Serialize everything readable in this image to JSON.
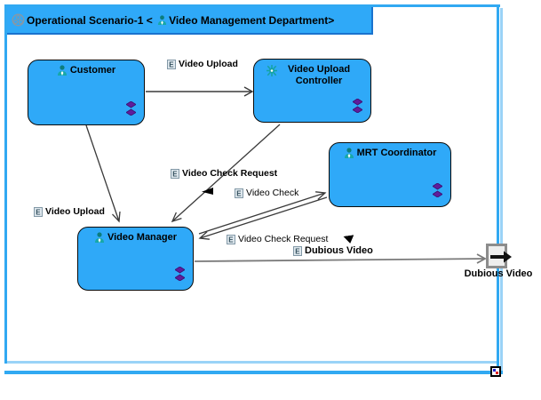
{
  "title": {
    "prefix": "Operational Scenario-1 < ",
    "entity": "Video Management Department>"
  },
  "nodes": {
    "customer": {
      "label": "Customer"
    },
    "video_upload_controller": {
      "label": "Video Upload Controller"
    },
    "mrt_coordinator": {
      "label": "MRT Coordinator"
    },
    "video_manager": {
      "label": "Video Manager"
    }
  },
  "edges": {
    "upload_top": {
      "label": "Video Upload"
    },
    "upload_left": {
      "label": "Video Upload"
    },
    "check_request_upper": {
      "label": "Video Check Request"
    },
    "check": {
      "label": "Video Check"
    },
    "check_request_lower": {
      "label": "Video Check Request"
    },
    "dubious": {
      "label": "Dubious Video"
    }
  },
  "port": {
    "label": "Dubious Video"
  },
  "icons": {
    "scenario": "circled-nodes",
    "actor": "teal-person",
    "entity": "teal-gear",
    "exchange_item": "E-square",
    "diamond_marker": "double-purple-diamond",
    "direction_left": "filled-triangle-left",
    "direction_down": "filled-triangle-down",
    "output_port": "black-right-arrow-in-gray-square"
  },
  "colors": {
    "node_fill": "#2fa9f8",
    "frame": "#31a9f2",
    "frame_shadow": "#9ad3f7",
    "titlebar_border": "#1a73ce",
    "diamond": "#5f1d9c",
    "icon_teal": "#14a3a3",
    "line": "#3a3a3a",
    "gray_line": "#7a7a7a"
  }
}
